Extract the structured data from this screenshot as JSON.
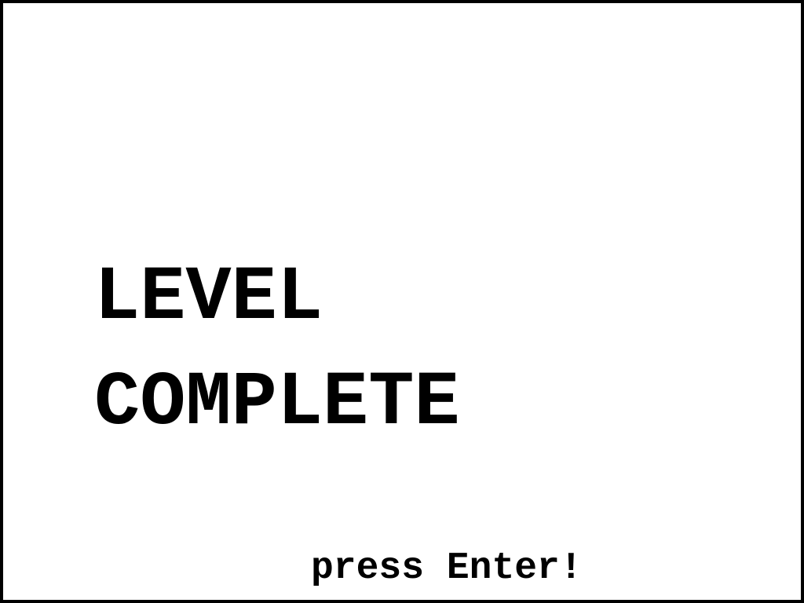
{
  "screen": {
    "title_lines": [
      "LEVEL",
      "COMPLETE"
    ],
    "prompt": "press Enter!",
    "colors": {
      "background": "#ffffff",
      "text": "#000000",
      "border": "#000000"
    }
  }
}
